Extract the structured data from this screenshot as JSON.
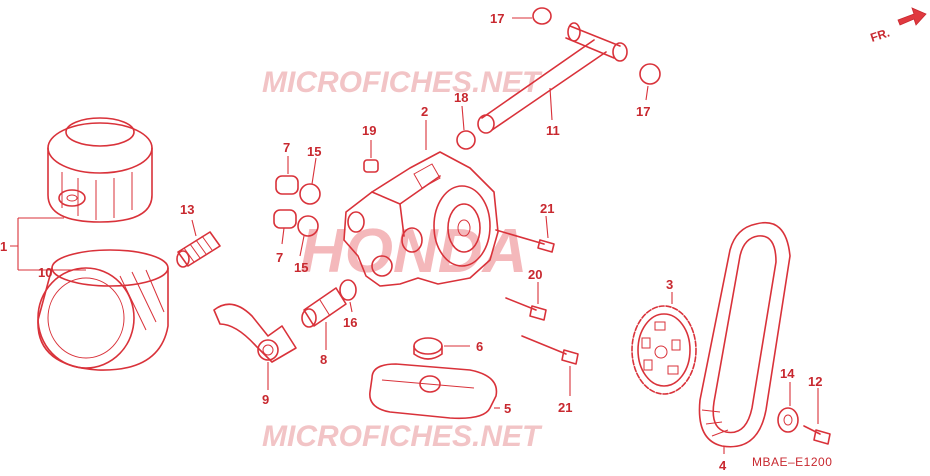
{
  "watermarks": {
    "top": "MICROFICHES.NET",
    "bottom": "MICROFICHES.NET",
    "brand": "HONDA"
  },
  "direction_label": "FR.",
  "drawing_code": "MBAE–E1200",
  "callouts": {
    "c1": "1",
    "c2": "2",
    "c3": "3",
    "c4": "4",
    "c5": "5",
    "c6": "6",
    "c7a": "7",
    "c7b": "7",
    "c8": "8",
    "c9": "9",
    "c10": "10",
    "c11": "11",
    "c12": "12",
    "c13": "13",
    "c14": "14",
    "c15a": "15",
    "c15b": "15",
    "c16": "16",
    "c17a": "17",
    "c17b": "17",
    "c18": "18",
    "c19": "19",
    "c20": "20",
    "c21a": "21",
    "c21b": "21"
  },
  "colors": {
    "line": "#d9323a",
    "watermark": "#f2c4c6"
  }
}
